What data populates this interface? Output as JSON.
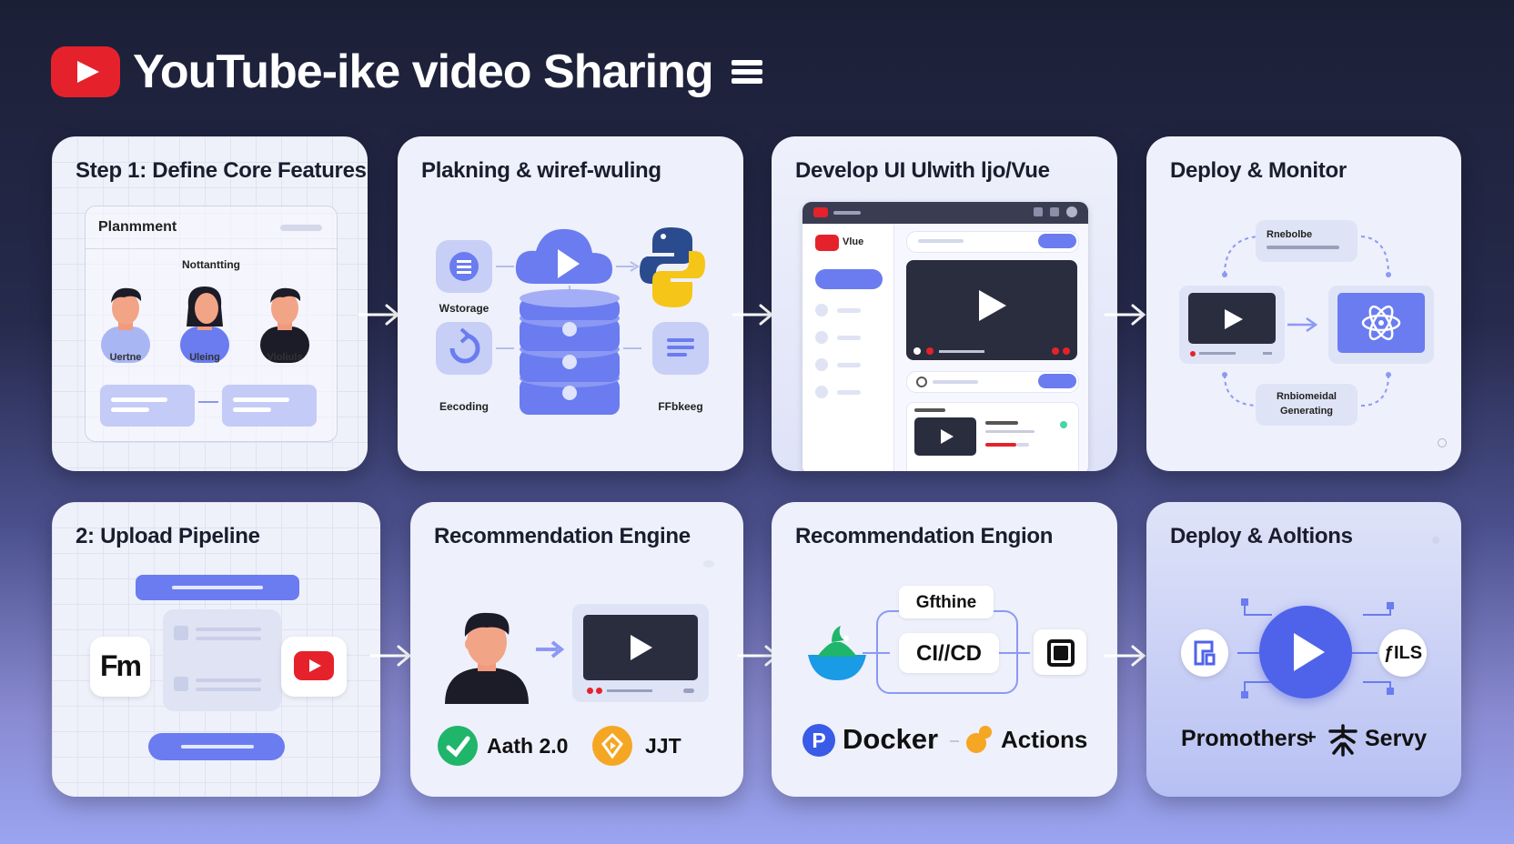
{
  "header": {
    "title": "YouTube-ike video Sharing"
  },
  "cards": {
    "c1": {
      "title": "Step 1: Define Core Features",
      "panel_title": "Planmment",
      "section": "Nottantting",
      "people": [
        "Uertne",
        "Uleing",
        "Vloliuls"
      ]
    },
    "c2": {
      "title": "Plakning & wiref-wuling",
      "labels": [
        "Wstorage",
        "Eecoding",
        "FFbkeeg"
      ]
    },
    "c3": {
      "title": "Develop UI Ulwith ljo/Vue",
      "app_name": "Vlue"
    },
    "c4": {
      "title": "Deploy & Monitor",
      "box_top_l1": "Rnebolbe",
      "box_bottom_l1": "Rnbiomeidal",
      "box_bottom_l2": "Generating"
    },
    "c5": {
      "title": "2: Upload Pipeline",
      "brand": "Fm"
    },
    "c6": {
      "title": "Recommendation Engine",
      "badge1": "Aath 2.0",
      "badge2": "JJT"
    },
    "c7": {
      "title": "Recommendation Engion",
      "top_box": "Gfthine",
      "center_box": "CI//CD",
      "tool1": "Docker",
      "tool2": "Actions"
    },
    "c8": {
      "title": "Deploy & Aoltions",
      "right_logo": "ƒILS",
      "tool1": "Promothers",
      "plus": "+",
      "tool2": "Servy"
    }
  }
}
